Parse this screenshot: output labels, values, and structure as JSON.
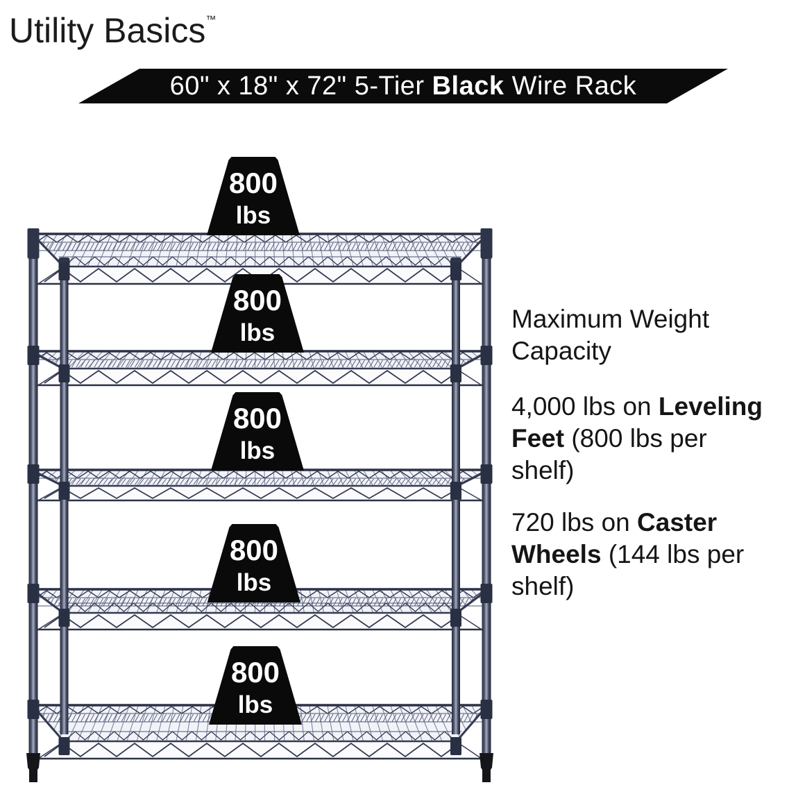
{
  "brand": {
    "name": "Utility Basics",
    "trademark": "™"
  },
  "banner": {
    "size_part": "60\" x 18\" x 72\" 5-Tier ",
    "color_word": "Black",
    "rest": " Wire Rack",
    "bg_color": "#0b0b0b",
    "text_color": "#ffffff"
  },
  "rack": {
    "tier_count": 5,
    "wire_color": "#3a4157",
    "foot_color": "#15161a",
    "weights": [
      {
        "value": "800",
        "unit": "lbs"
      },
      {
        "value": "800",
        "unit": "lbs"
      },
      {
        "value": "800",
        "unit": "lbs"
      },
      {
        "value": "800",
        "unit": "lbs"
      },
      {
        "value": "800",
        "unit": "lbs"
      }
    ]
  },
  "info": {
    "heading_lines": [
      "Maximum Weight",
      "Capacity"
    ],
    "leveling": {
      "line1_normal": "4,000 lbs on ",
      "line1_bold": "Leveling",
      "line2_bold": "Feet",
      "line2_normal": " (800 lbs per",
      "line3": "shelf)"
    },
    "casters": {
      "line1_normal": "720 lbs on ",
      "line1_bold": "Caster",
      "line2_bold": "Wheels",
      "line2_normal": " (144 lbs per",
      "line3": "shelf)"
    }
  }
}
